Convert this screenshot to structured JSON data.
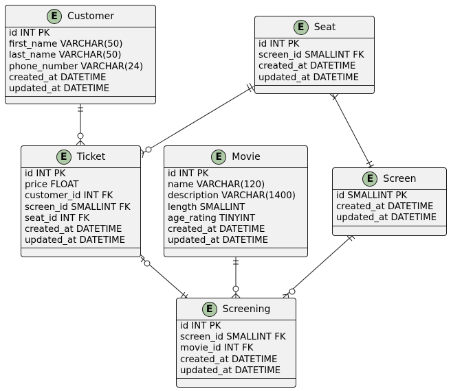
{
  "diagram": {
    "badge_letter": "E",
    "entities": {
      "customer": {
        "name": "Customer",
        "attributes": [
          "id INT PK",
          "first_name VARCHAR(50)",
          "last_name VARCHAR(50)",
          "phone_number VARCHAR(24)",
          "created_at DATETIME",
          "updated_at DATETIME"
        ]
      },
      "seat": {
        "name": "Seat",
        "attributes": [
          "id INT PK",
          "screen_id SMALLINT FK",
          "created_at DATETIME",
          "updated_at DATETIME"
        ]
      },
      "ticket": {
        "name": "Ticket",
        "attributes": [
          "id INT PK",
          "price FLOAT",
          "customer_id INT FK",
          "screen_id SMALLINT FK",
          "seat_id INT FK",
          "created_at DATETIME",
          "updated_at DATETIME"
        ]
      },
      "movie": {
        "name": "Movie",
        "attributes": [
          "id INT PK",
          "name VARCHAR(120)",
          "description VARCHAR(1400)",
          "length SMALLINT",
          "age_rating TINYINT",
          "created_at DATETIME",
          "updated_at DATETIME"
        ]
      },
      "screen": {
        "name": "Screen",
        "attributes": [
          "id SMALLINT PK",
          "created_at DATETIME",
          "updated_at DATETIME"
        ]
      },
      "screening": {
        "name": "Screening",
        "attributes": [
          "id INT PK",
          "screen_id SMALLINT FK",
          "movie_id INT FK",
          "created_at DATETIME",
          "updated_at DATETIME"
        ]
      }
    },
    "relationships": [
      {
        "from": "Customer",
        "to": "Ticket",
        "from_cardinality": "exactly-one",
        "to_cardinality": "zero-or-many"
      },
      {
        "from": "Seat",
        "to": "Ticket",
        "from_cardinality": "exactly-one",
        "to_cardinality": "zero-or-many"
      },
      {
        "from": "Seat",
        "to": "Screen",
        "from_cardinality": "one-or-many",
        "to_cardinality": "exactly-one"
      },
      {
        "from": "Ticket",
        "to": "Screening",
        "from_cardinality": "zero-or-many",
        "to_cardinality": "exactly-one"
      },
      {
        "from": "Movie",
        "to": "Screening",
        "from_cardinality": "exactly-one",
        "to_cardinality": "zero-or-many"
      },
      {
        "from": "Screen",
        "to": "Screening",
        "from_cardinality": "exactly-one",
        "to_cardinality": "zero-or-many"
      }
    ],
    "colors": {
      "entity_fill": "#f1f1f1",
      "border": "#181818",
      "badge_fill": "#adc9a5"
    }
  }
}
